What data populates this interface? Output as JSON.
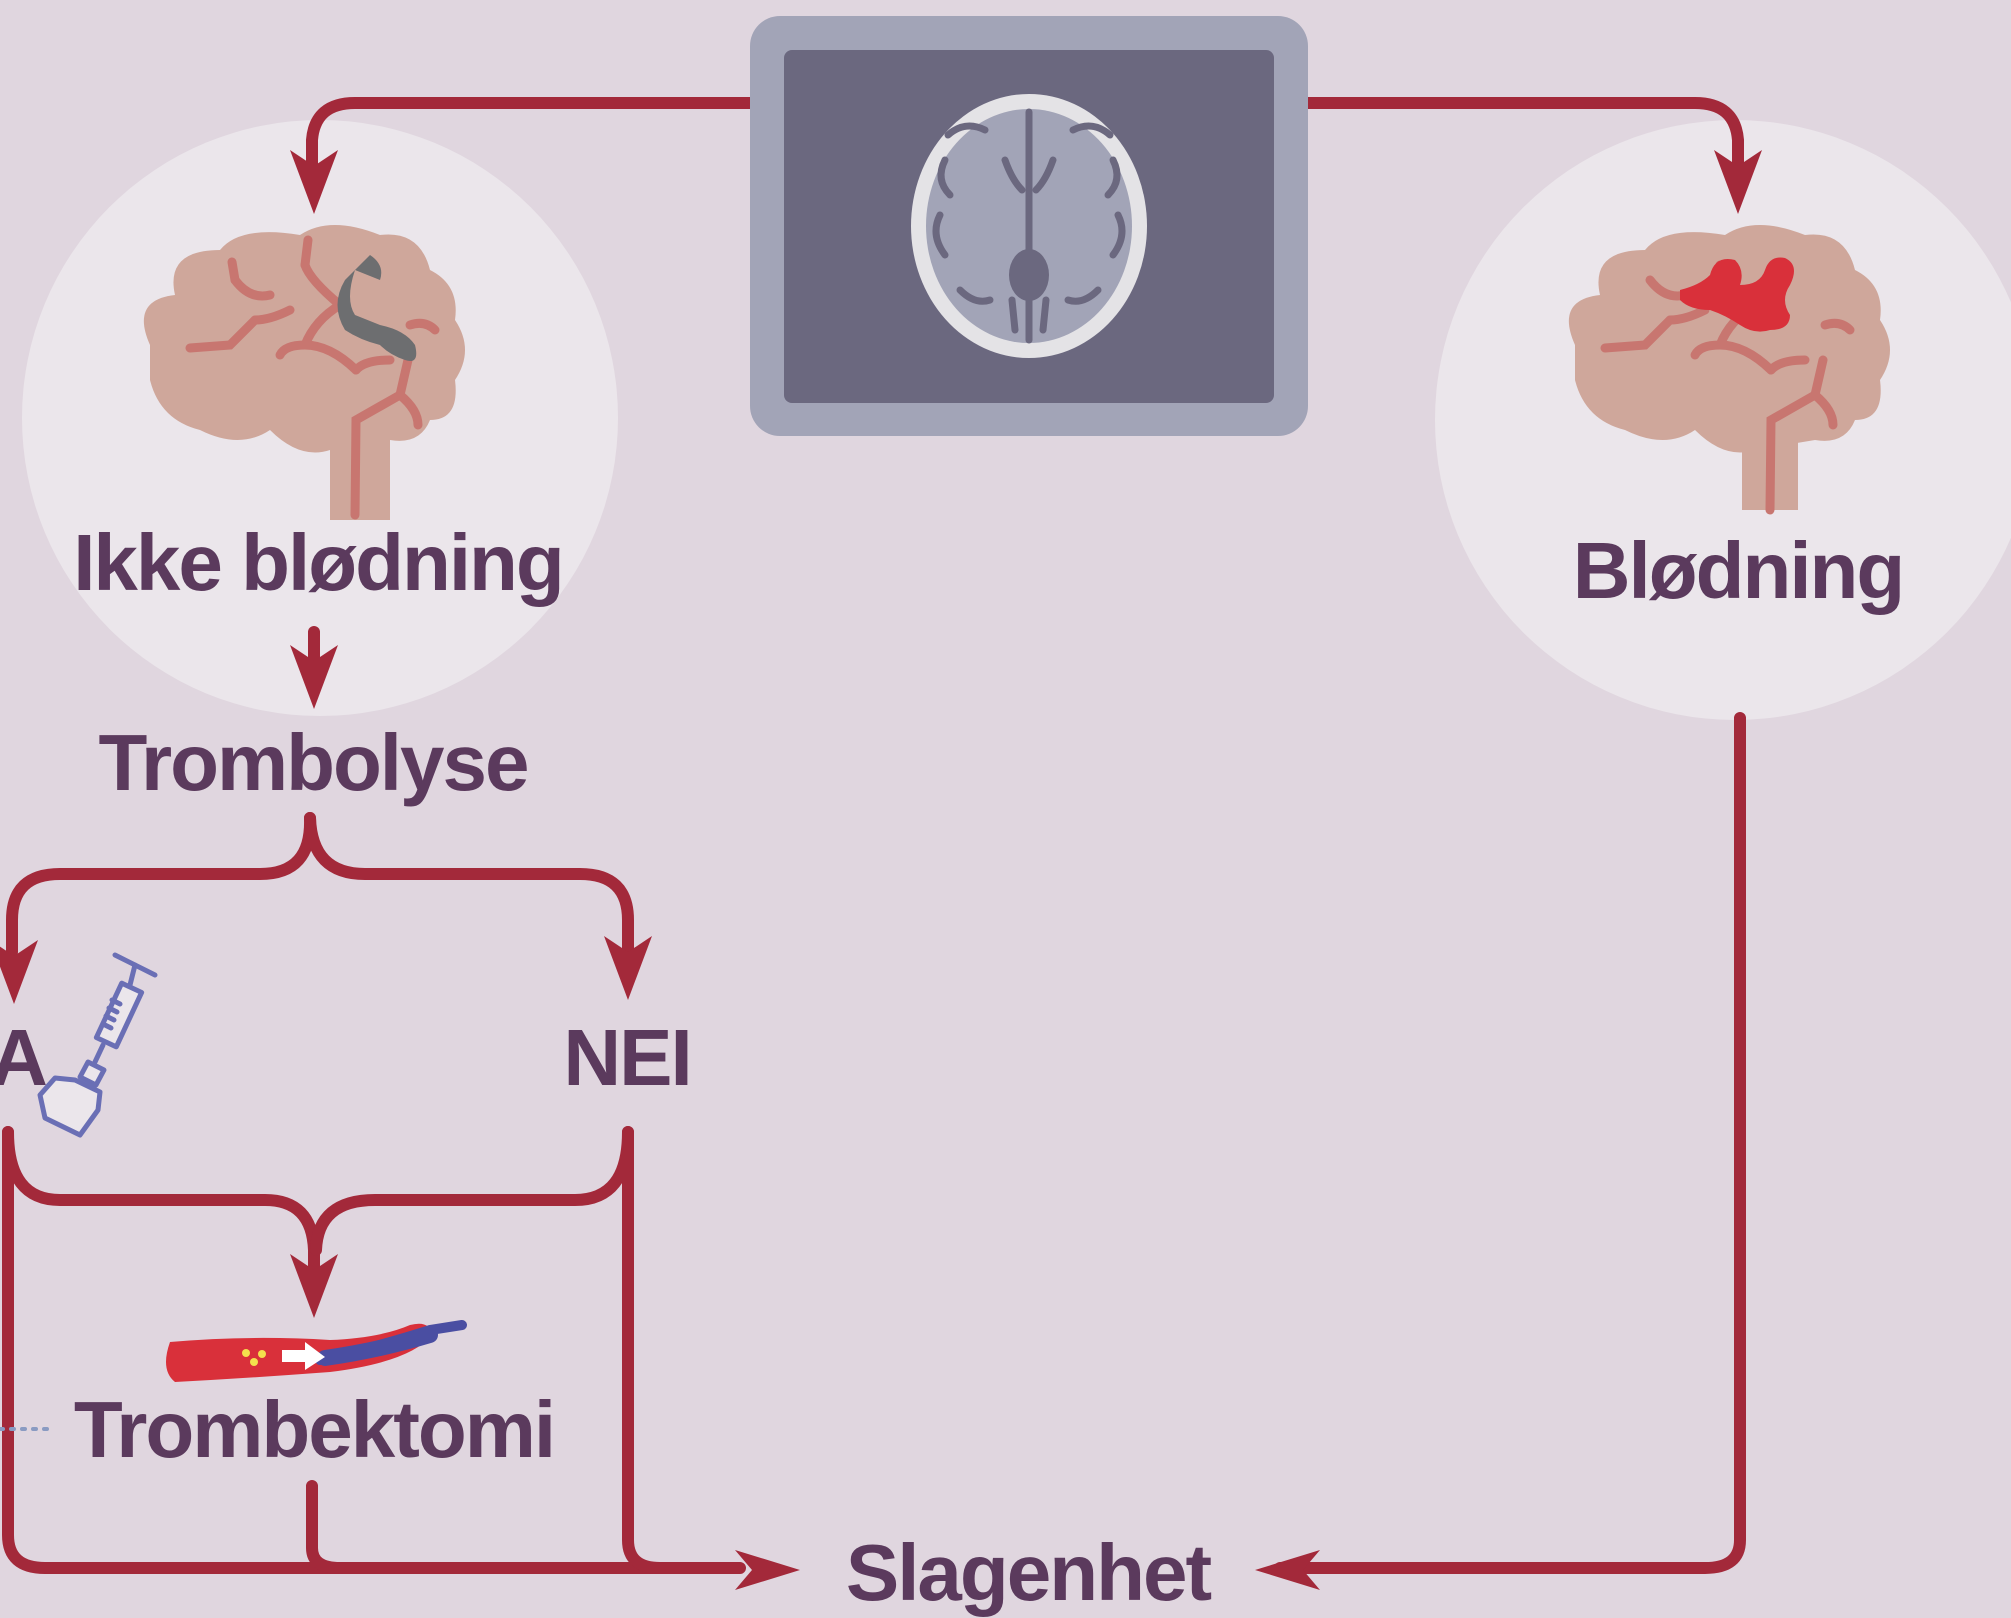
{
  "labels": {
    "non_bleeding": "Ikke blødning",
    "bleeding": "Blødning",
    "thrombolysis": "Trombolyse",
    "yes": "A",
    "no": "NEI",
    "thrombectomy": "Trombektomi",
    "stroke_unit": "Slagenhet"
  },
  "colors": {
    "background": "#e0d6df",
    "circle": "#ebe6eb",
    "arrow": "#a3293a",
    "text": "#5b3a5d",
    "monitor_frame": "#a2a4b7",
    "monitor_screen": "#6b687f",
    "brain": "#cfa79b",
    "vessels": "#c87670",
    "clot": "#6d6e70",
    "bleed": "#d9303a",
    "syringe": "#6a6fb5"
  },
  "icons": {
    "scanner": "ct-scan-monitor-icon",
    "non_bleeding_brain": "brain-with-clot-icon",
    "bleeding_brain": "brain-with-hemorrhage-icon",
    "thrombolysis_drug": "syringe-and-vial-icon",
    "thrombectomy": "blood-vessel-catheter-icon"
  }
}
